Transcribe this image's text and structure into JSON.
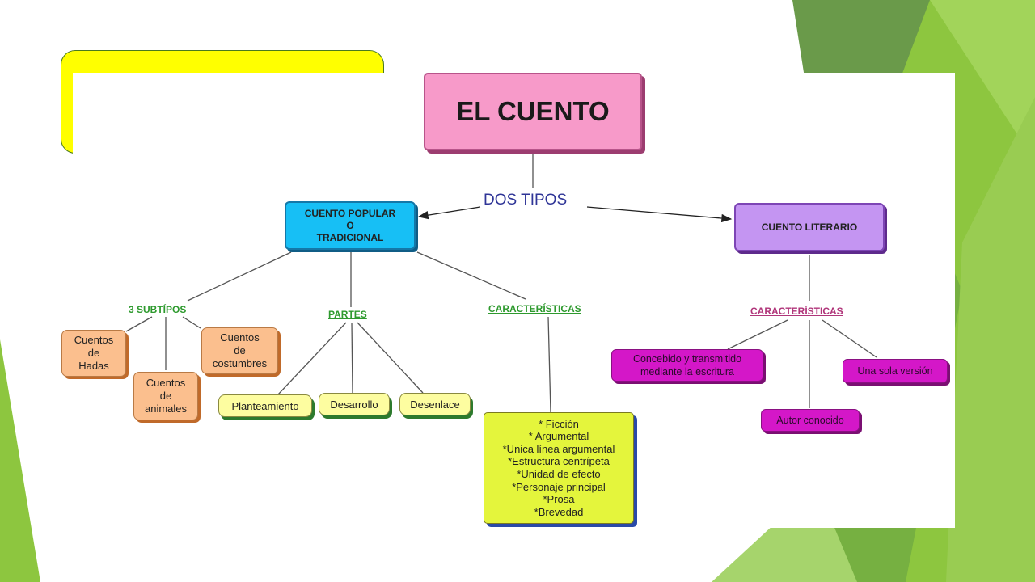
{
  "slide": {
    "title": "El mapa de un cuento"
  },
  "diagram": {
    "root": "EL CUENTO",
    "connector": "DOS TIPOS",
    "popular": {
      "label": "CUENTO POPULAR\nO\nTRADICIONAL",
      "subtypes_label": "3 SUBTÍPOS",
      "subtypes": [
        "Cuentos\nde\nHadas",
        "Cuentos\nde\nanimales",
        "Cuentos\nde\ncostumbres"
      ],
      "parts_label": "PARTES",
      "parts": [
        "Planteamiento",
        "Desarrollo",
        "Desenlace"
      ],
      "features_label": "CARACTERÍSTICAS",
      "features": "* Ficción\n* Argumental\n*Unica línea argumental\n*Estructura centrípeta\n*Unidad de efecto\n*Personaje principal\n*Prosa\n*Brevedad"
    },
    "literario": {
      "label": "CUENTO LITERARIO",
      "features_label": "CARACTERÍSTICAS",
      "features": [
        "Concebido y transmitido mediante la escritura",
        "Una sola versión",
        "Autor conocido"
      ]
    }
  },
  "colors": {
    "title_bg": "#ffff00",
    "title_text": "#e60000",
    "root_bg": "#f79ac9",
    "popular_bg": "#17bff5",
    "literario_bg": "#c495f2",
    "subtype_bg": "#fbbf8e",
    "part_bg": "#fdfda0",
    "features_bg": "#e4f53c",
    "literario_feature_bg": "#d417c8",
    "accent_green": "#8dc63f"
  }
}
